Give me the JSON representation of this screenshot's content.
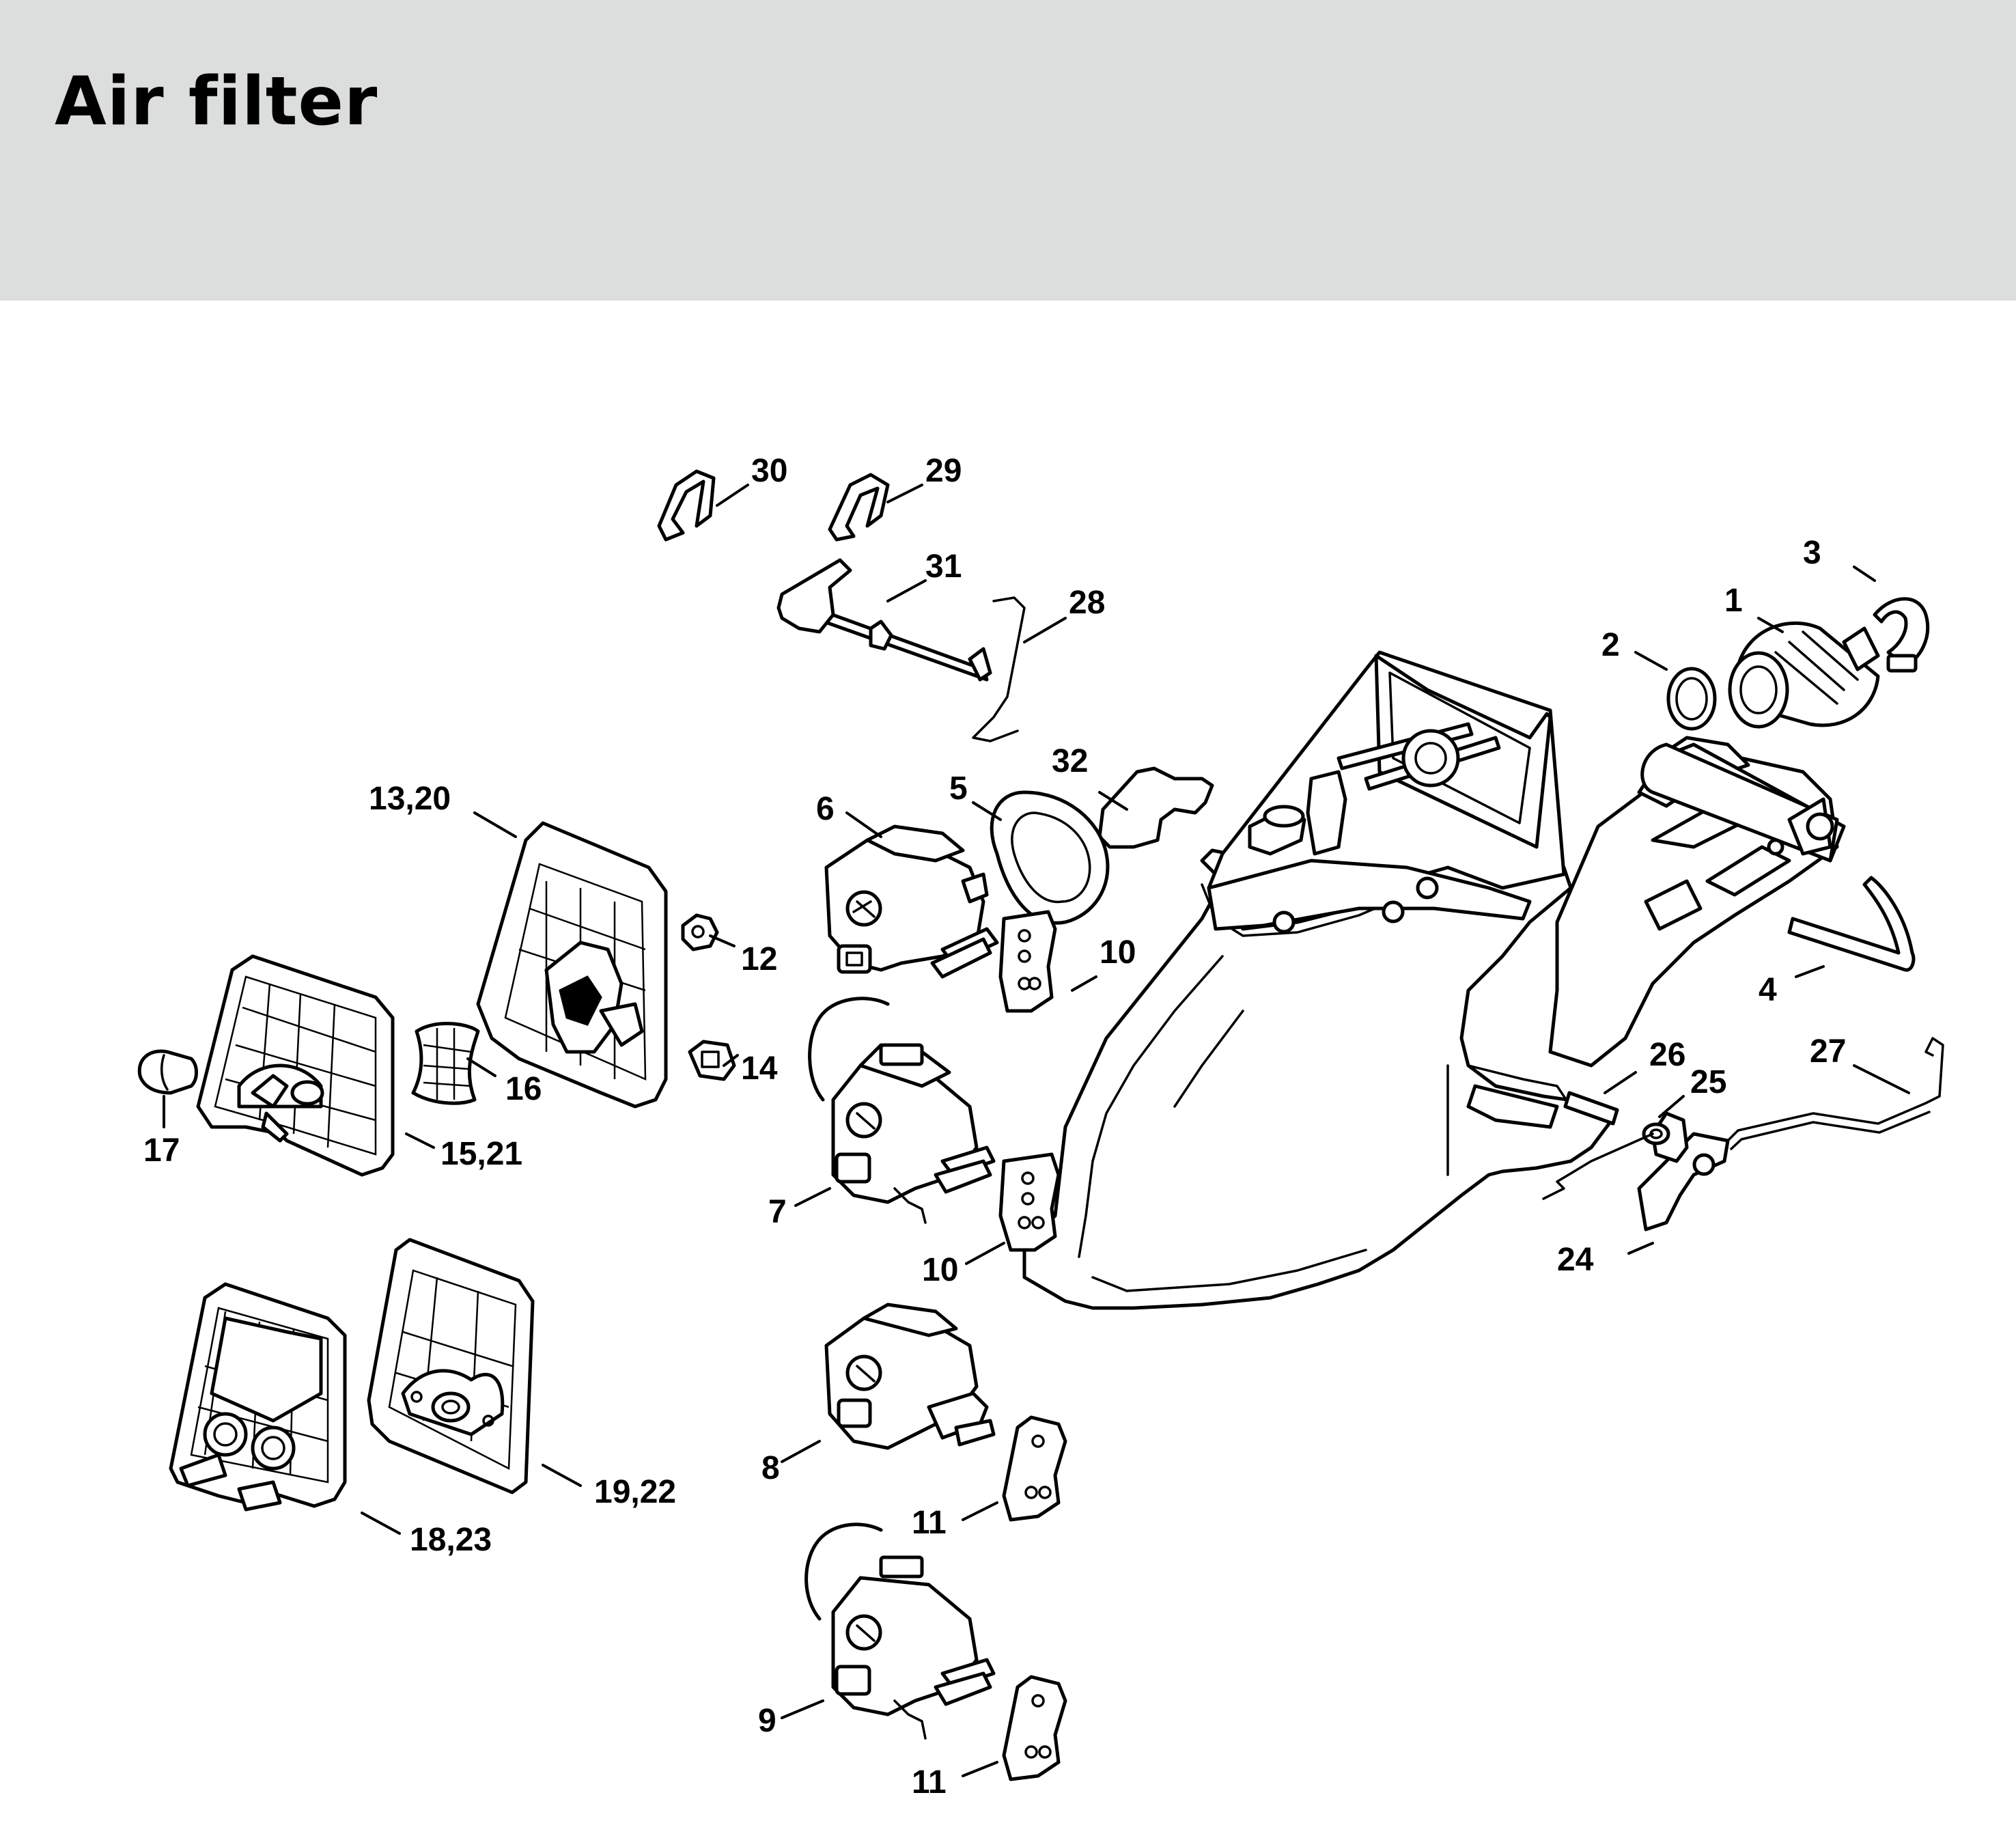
{
  "header": {
    "title": "Air filter"
  },
  "callouts": {
    "c1": "1",
    "c2": "2",
    "c3": "3",
    "c4": "4",
    "c5": "5",
    "c6": "6",
    "c7": "7",
    "c8": "8",
    "c9": "9",
    "c10a": "10",
    "c10b": "10",
    "c11a": "11",
    "c11b": "11",
    "c12": "12",
    "c13_20": "13,20",
    "c14": "14",
    "c15_21": "15,21",
    "c16": "16",
    "c17": "17",
    "c18_23": "18,23",
    "c19_22": "19,22",
    "c24": "24",
    "c25": "25",
    "c26": "26",
    "c27": "27",
    "c28": "28",
    "c29": "29",
    "c30": "30",
    "c31": "31",
    "c32": "32"
  }
}
